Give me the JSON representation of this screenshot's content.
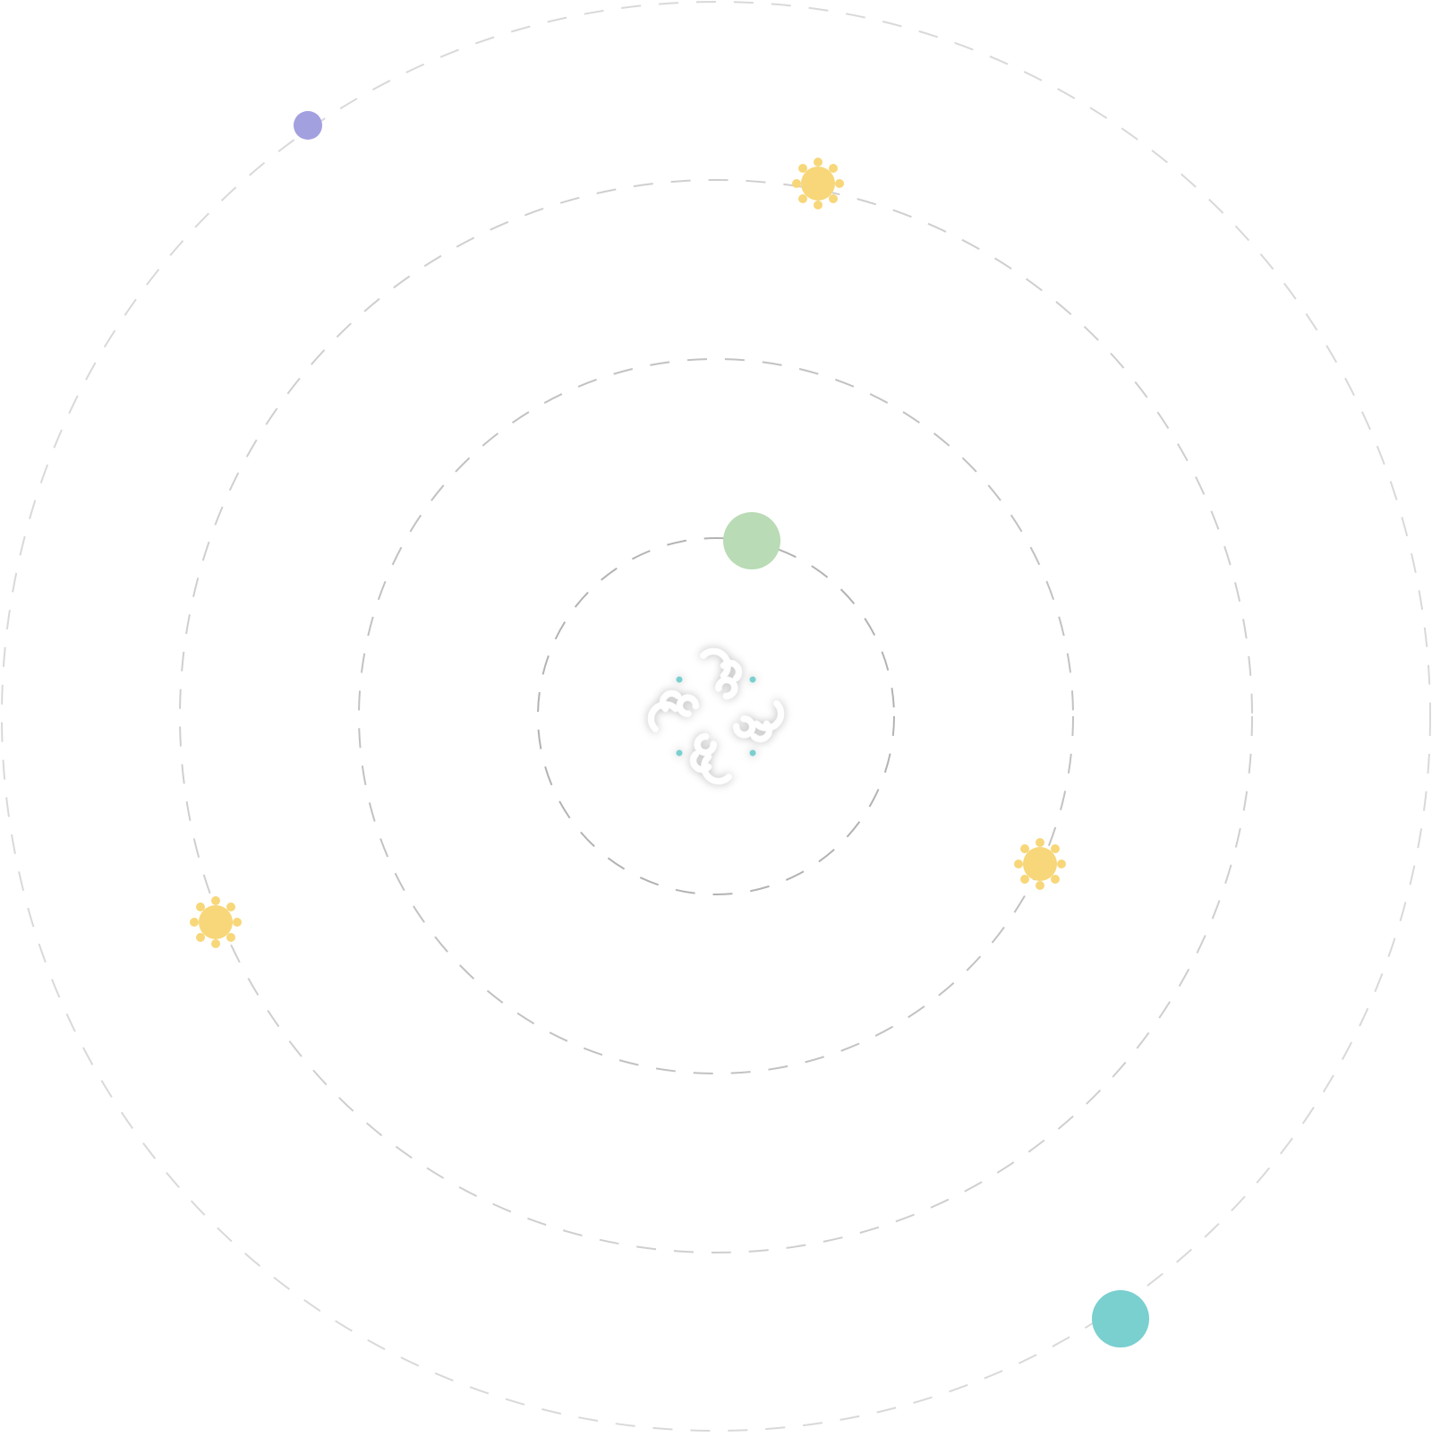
{
  "diagram": {
    "type": "orbit-diagram",
    "orbits": [
      {
        "id": "orbit-1"
      },
      {
        "id": "orbit-2"
      },
      {
        "id": "orbit-3"
      },
      {
        "id": "orbit-4"
      }
    ],
    "bodies": [
      {
        "name": "green-planet",
        "shape": "circle",
        "color": "#b9dbb5",
        "orbit": 1
      },
      {
        "name": "yellow-gear-right",
        "shape": "gear",
        "color": "#f7d779",
        "orbit": 2
      },
      {
        "name": "yellow-gear-top",
        "shape": "gear",
        "color": "#f7d779",
        "orbit": 3
      },
      {
        "name": "yellow-gear-left",
        "shape": "gear",
        "color": "#f7d779",
        "orbit": 3
      },
      {
        "name": "purple-planet",
        "shape": "circle",
        "color": "#a3a0e0",
        "orbit": 4
      },
      {
        "name": "teal-planet",
        "shape": "circle",
        "color": "#7acfcf",
        "orbit": 4
      }
    ],
    "center_logo": {
      "icon": "ornamental-knot-logo",
      "color": "#ffffff",
      "dot_color": "#7acfcf"
    }
  }
}
